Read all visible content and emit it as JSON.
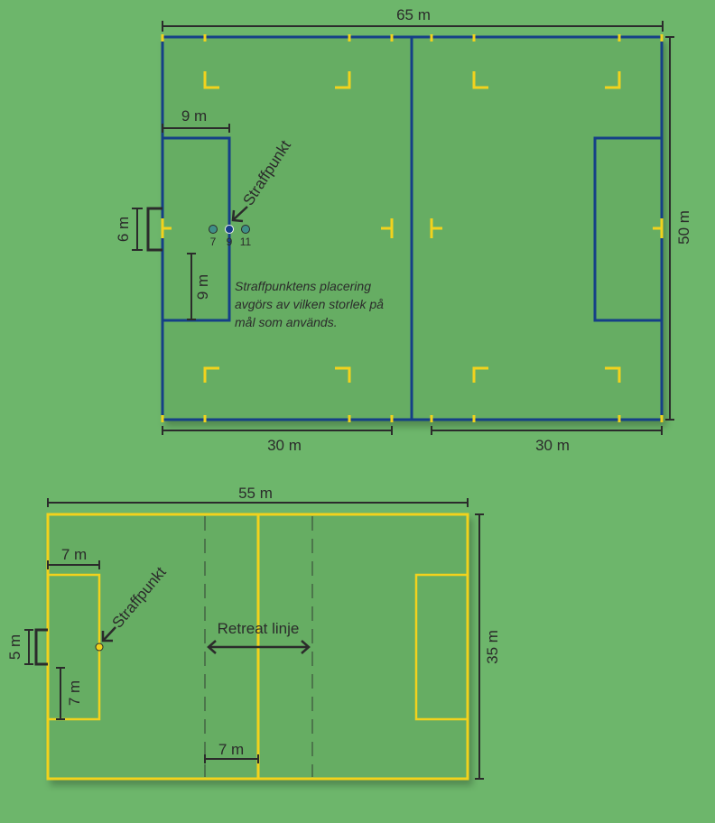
{
  "colors": {
    "background": "#6db66b",
    "field_fill": "#66ad64",
    "blue_line": "#153f87",
    "yellow_line": "#f2d21d",
    "dimension_line": "#2b2b2b"
  },
  "field_large": {
    "width_label": "65 m",
    "height_label": "50 m",
    "half_left_label": "30 m",
    "half_right_label": "30 m",
    "penalty_area_width_label": "9 m",
    "penalty_area_depth_label": "9 m",
    "goal_width_label": "6 m",
    "penalty_spot_label": "Straffpunkt",
    "spot_numbers": [
      "7",
      "9",
      "11"
    ],
    "note_lines": [
      "Straffpunktens placering",
      "avgörs av vilken storlek på",
      "mål som används."
    ]
  },
  "field_small": {
    "width_label": "55 m",
    "height_label": "35 m",
    "penalty_area_width_label": "7 m",
    "penalty_area_depth_label": "7 m",
    "goal_width_label": "5 m",
    "penalty_spot_label": "Straffpunkt",
    "retreat_line_label": "Retreat linje",
    "retreat_distance_label": "7 m"
  }
}
